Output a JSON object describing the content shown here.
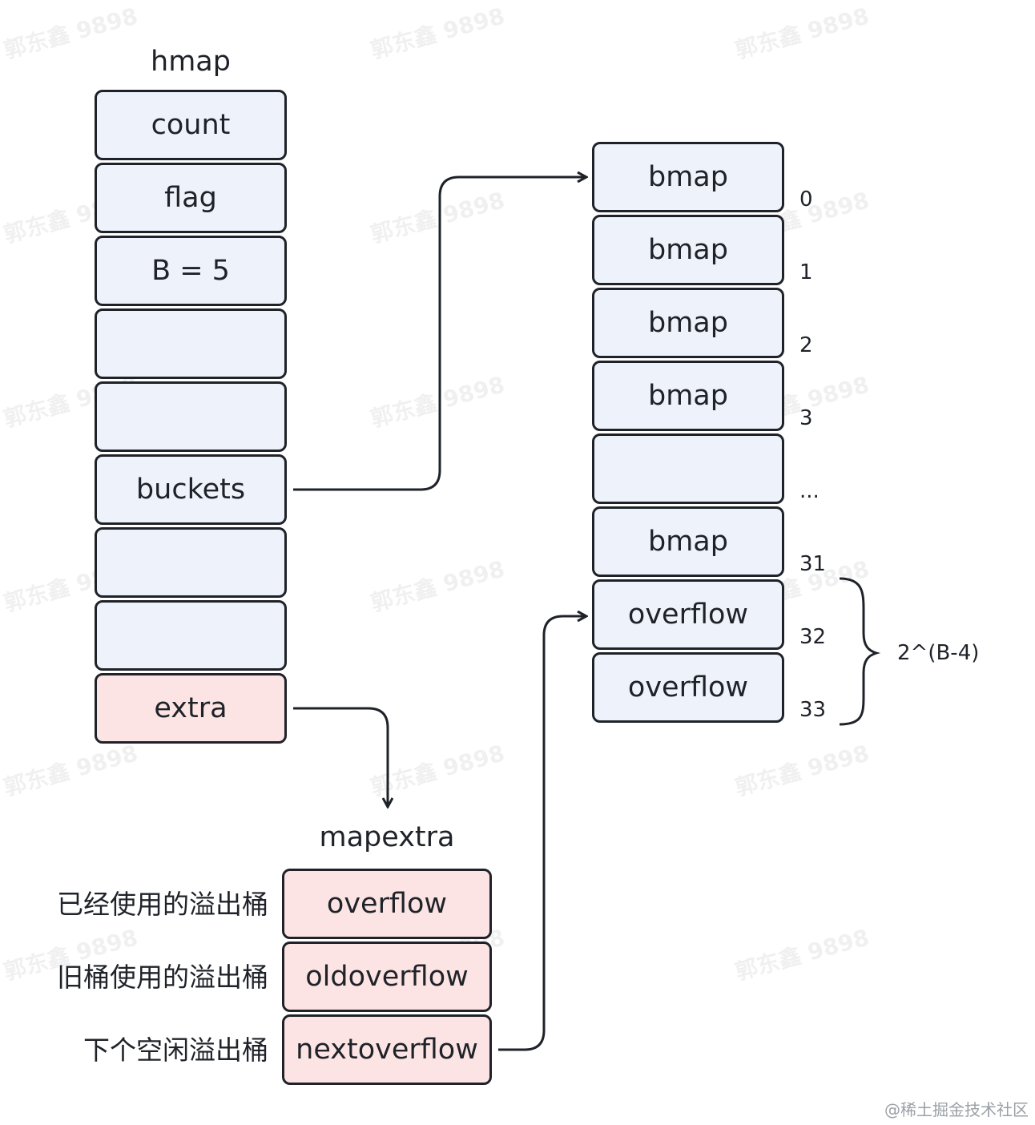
{
  "hmap": {
    "title": "hmap",
    "fields": [
      "count",
      "flag",
      "B = 5",
      "",
      "",
      "buckets",
      "",
      "",
      "extra"
    ]
  },
  "buckets": {
    "cells": [
      "bmap",
      "bmap",
      "bmap",
      "bmap",
      "",
      "bmap",
      "overflow",
      "overflow"
    ],
    "indices": [
      "0",
      "1",
      "2",
      "3",
      "...",
      "31",
      "32",
      "33"
    ],
    "brace_label": "2^(B-4)"
  },
  "mapextra": {
    "title": "mapextra",
    "fields": [
      "overflow",
      "oldoverflow",
      "nextoverflow"
    ],
    "notes": [
      "已经使用的溢出桶",
      "旧桶使用的溢出桶",
      "下个空闲溢出桶"
    ]
  },
  "watermark": "郭东鑫 9898",
  "source_tag": "@稀土掘金技术社区",
  "colors": {
    "cell_blue": "#eef2fa",
    "cell_pink": "#fde4e4",
    "stroke": "#1f2329"
  }
}
